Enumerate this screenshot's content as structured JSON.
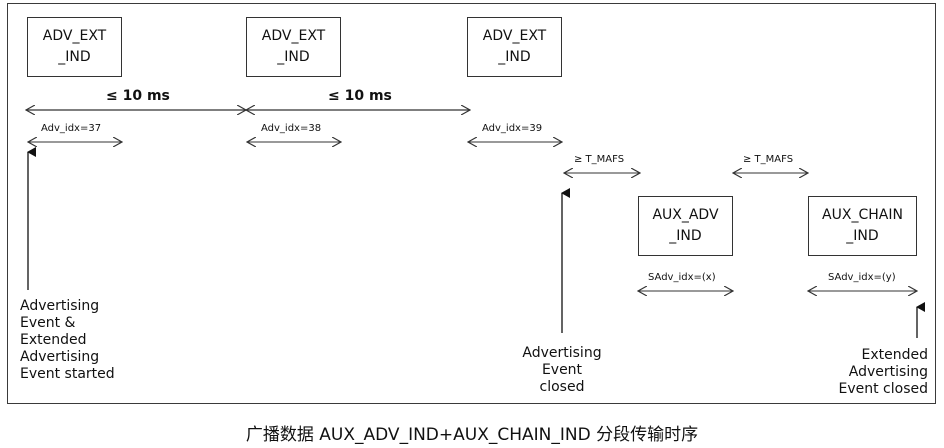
{
  "pdus": [
    {
      "line1": "ADV_EXT",
      "line2": "_IND"
    },
    {
      "line1": "ADV_EXT",
      "line2": "_IND"
    },
    {
      "line1": "ADV_EXT",
      "line2": "_IND"
    },
    {
      "line1": "AUX_ADV",
      "line2": "_IND"
    },
    {
      "line1": "AUX_CHAIN",
      "line2": "_IND"
    }
  ],
  "gaps": [
    "≤ 10 ms",
    "≤ 10 ms"
  ],
  "mafs": [
    "≥ T_MAFS",
    "≥ T_MAFS"
  ],
  "idx": [
    "Adv_idx=37",
    "Adv_idx=38",
    "Adv_idx=39",
    "SAdv_idx=(x)",
    "SAdv_idx=(y)"
  ],
  "notes": {
    "start": [
      "Advertising",
      "Event &",
      "Extended",
      "Advertising",
      "Event  started"
    ],
    "closed": [
      "Advertising",
      "Event",
      "closed"
    ],
    "ext_closed": [
      "Extended",
      "Advertising",
      "Event closed"
    ]
  },
  "caption": "广播数据 AUX_ADV_IND+AUX_CHAIN_IND 分段传输时序"
}
